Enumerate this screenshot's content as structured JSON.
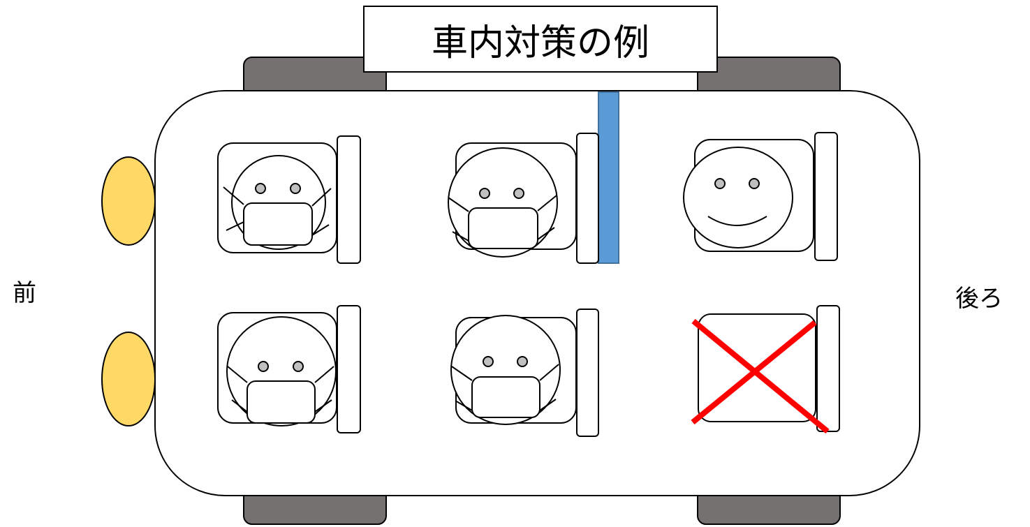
{
  "title": "車内対策の例",
  "front_label": "前",
  "rear_label": "後ろ",
  "colors": {
    "wheel": "#767171",
    "headlight": "#ffd966",
    "partition": "#5b9bd5",
    "cross": "#ff0000",
    "outline": "#000000"
  },
  "seats": [
    {
      "row": "front",
      "column": 1,
      "occupant": "masked-person"
    },
    {
      "row": "front",
      "column": 2,
      "occupant": "masked-person"
    },
    {
      "row": "front",
      "column": 3,
      "occupant": "unmasked-person"
    },
    {
      "row": "rear",
      "column": 1,
      "occupant": "masked-person"
    },
    {
      "row": "rear",
      "column": 2,
      "occupant": "masked-person"
    },
    {
      "row": "rear",
      "column": 3,
      "occupant": "unused-seat"
    }
  ],
  "partition": {
    "between_columns": [
      2,
      3
    ],
    "row": "front"
  }
}
